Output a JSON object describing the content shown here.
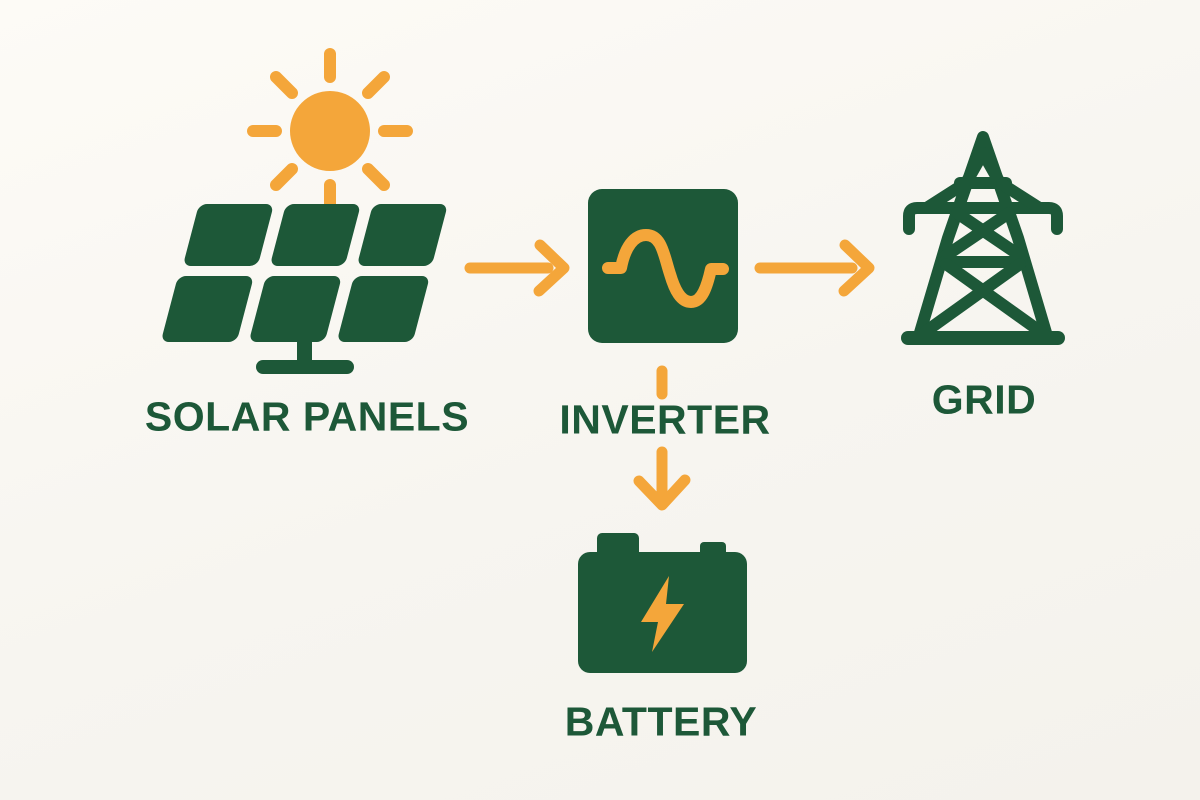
{
  "colors": {
    "green": "#1d5838",
    "orange": "#f4a63a",
    "background": "#f7f5f0",
    "background_top": "#fdfbf6"
  },
  "nodes": {
    "solar": {
      "label": "SOLAR PANELS",
      "icon": "solar-panel-icon"
    },
    "inverter": {
      "label": "INVERTER",
      "icon": "sine-wave-inverter-icon"
    },
    "grid": {
      "label": "GRID",
      "icon": "transmission-tower-icon"
    },
    "battery": {
      "label": "BATTERY",
      "icon": "battery-icon"
    }
  },
  "decorations": {
    "sun": "sun-icon",
    "bolt": "lightning-bolt-icon"
  },
  "edges": [
    {
      "from": "SOLAR PANELS",
      "to": "INVERTER",
      "arrow": "arrow-right-icon",
      "style": "solid"
    },
    {
      "from": "INVERTER",
      "to": "GRID",
      "arrow": "arrow-right-icon",
      "style": "solid"
    },
    {
      "from": "INVERTER",
      "to": "BATTERY",
      "arrow": "arrow-down-icon",
      "style": "dashed"
    }
  ]
}
